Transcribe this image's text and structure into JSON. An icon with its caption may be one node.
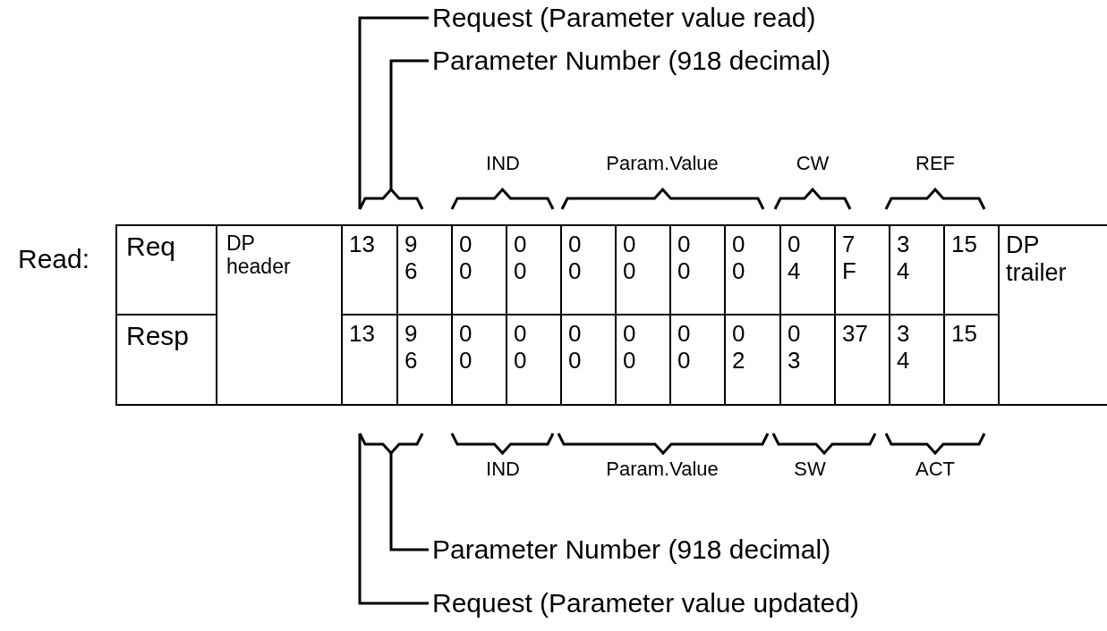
{
  "diagram": {
    "nodes": [
      {
        "text": [
          "Req"
        ]
      },
      {
        "text": [
          "DP header"
        ]
      },
      {
        "text": [
          "13"
        ]
      },
      {
        "text": [
          "9 6"
        ]
      },
      {
        "text": [
          "0 0"
        ]
      },
      {
        "text": [
          "0 0"
        ]
      },
      {
        "text": [
          "0 0"
        ]
      },
      {
        "text": [
          "0 0"
        ]
      },
      {
        "text": [
          "0 0"
        ]
      },
      {
        "text": [
          "0 0"
        ]
      },
      {
        "text": [
          "0 4"
        ]
      },
      {
        "text": [
          "7 F"
        ]
      },
      {
        "text": [
          "3 4"
        ]
      },
      {
        "text": [
          "15"
        ]
      },
      {
        "text": [
          "DP trailer"
        ]
      },
      {
        "text": [
          "Resp"
        ]
      },
      {
        "text": [
          "13"
        ]
      },
      {
        "text": [
          "9 6"
        ]
      },
      {
        "text": [
          "0 0"
        ]
      },
      {
        "text": [
          "0 0"
        ]
      },
      {
        "text": [
          "0 0"
        ]
      },
      {
        "text": [
          "0 0"
        ]
      },
      {
        "text": [
          "0 0"
        ]
      },
      {
        "text": [
          "0 2"
        ]
      },
      {
        "text": [
          "0 3"
        ]
      },
      {
        "text": [
          "37"
        ]
      },
      {
        "text": [
          "3 4"
        ]
      },
      {
        "text": [
          "15"
        ]
      },
      {
        "text": [
          "Request (Parameter value read)"
        ]
      },
      {
        "text": [
          "Parameter Number (918 decimal)"
        ]
      },
      {
        "text": [
          "Parameter Number (918 decimal)"
        ]
      },
      {
        "text": [
          "Request (Parameter value updated)"
        ]
      },
      {
        "text": [],
        "shape": "bracket"
      },
      {
        "text": [],
        "shape": "bracket"
      }
    ],
    "edges": [
      {
        "from": 28,
        "to": 32,
        "arrow": "none"
      },
      {
        "from": 29,
        "to": 32,
        "arrow": "none"
      },
      {
        "from": 30,
        "to": 33,
        "arrow": "none"
      },
      {
        "from": 31,
        "to": 33,
        "arrow": "none"
      }
    ],
    "labels": [
      "Read:",
      "IND",
      "Param.Value",
      "CW",
      "REF",
      "IND",
      "Param.Value",
      "SW",
      "ACT"
    ]
  }
}
